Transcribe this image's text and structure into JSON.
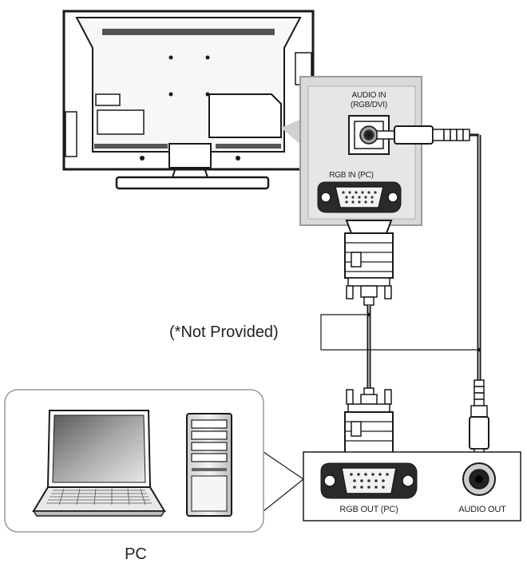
{
  "tv_panel": {
    "audio_in_label_line1": "AUDIO IN",
    "audio_in_label_line2": "(RGB/DVI)",
    "rgb_in_label": "RGB IN (PC)"
  },
  "cables": {
    "not_provided_note": "(*Not Provided)"
  },
  "pc_panel": {
    "rgb_out_label": "RGB OUT  (PC)",
    "audio_out_label": "AUDIO OUT"
  },
  "pc_group": {
    "caption": "PC"
  },
  "colors": {
    "line": "#1a1a1a",
    "panel_fill": "#d9d9d9",
    "panel_border": "#9a9a9a",
    "device_gray": "#8c8c8c",
    "light_gray": "#eeeeee"
  }
}
